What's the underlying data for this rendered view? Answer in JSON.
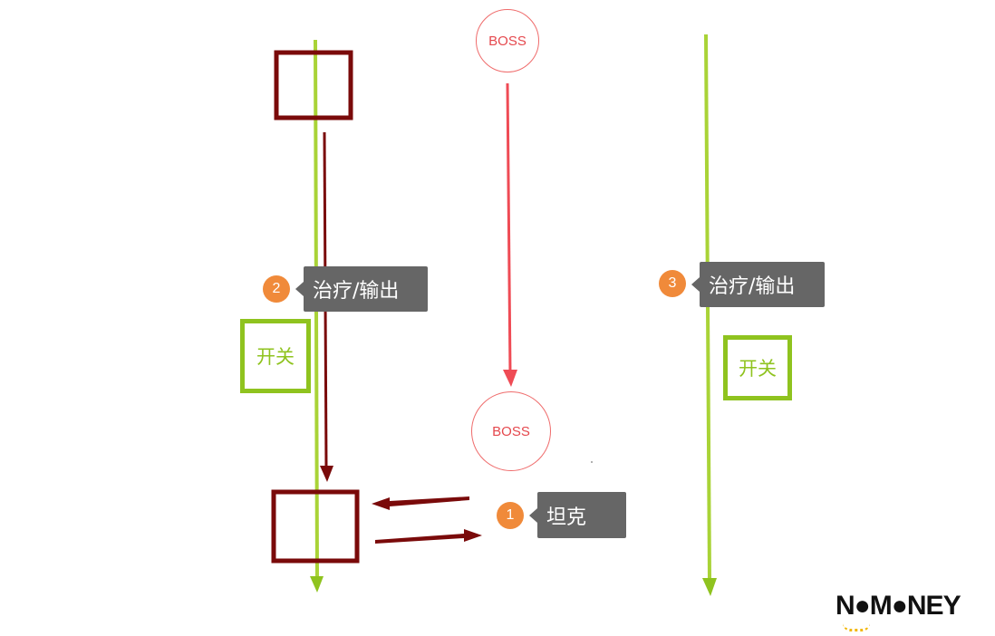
{
  "boss_top": {
    "label": "BOSS"
  },
  "boss_bottom": {
    "label": "BOSS"
  },
  "role_1": {
    "number": "1",
    "label": "坦克"
  },
  "role_2": {
    "number": "2",
    "label": "治疗/输出"
  },
  "role_3": {
    "number": "3",
    "label": "治疗/输出"
  },
  "switch_left": {
    "label": "开关"
  },
  "switch_right": {
    "label": "开关"
  },
  "logo": {
    "text": "N●M●NEY"
  },
  "colors": {
    "lane_green": "#8fc31f",
    "box_dark_red": "#7a0a0a",
    "boss_red": "#ef4444",
    "badge_orange": "#f08a3a",
    "tag_gray": "#666666"
  }
}
